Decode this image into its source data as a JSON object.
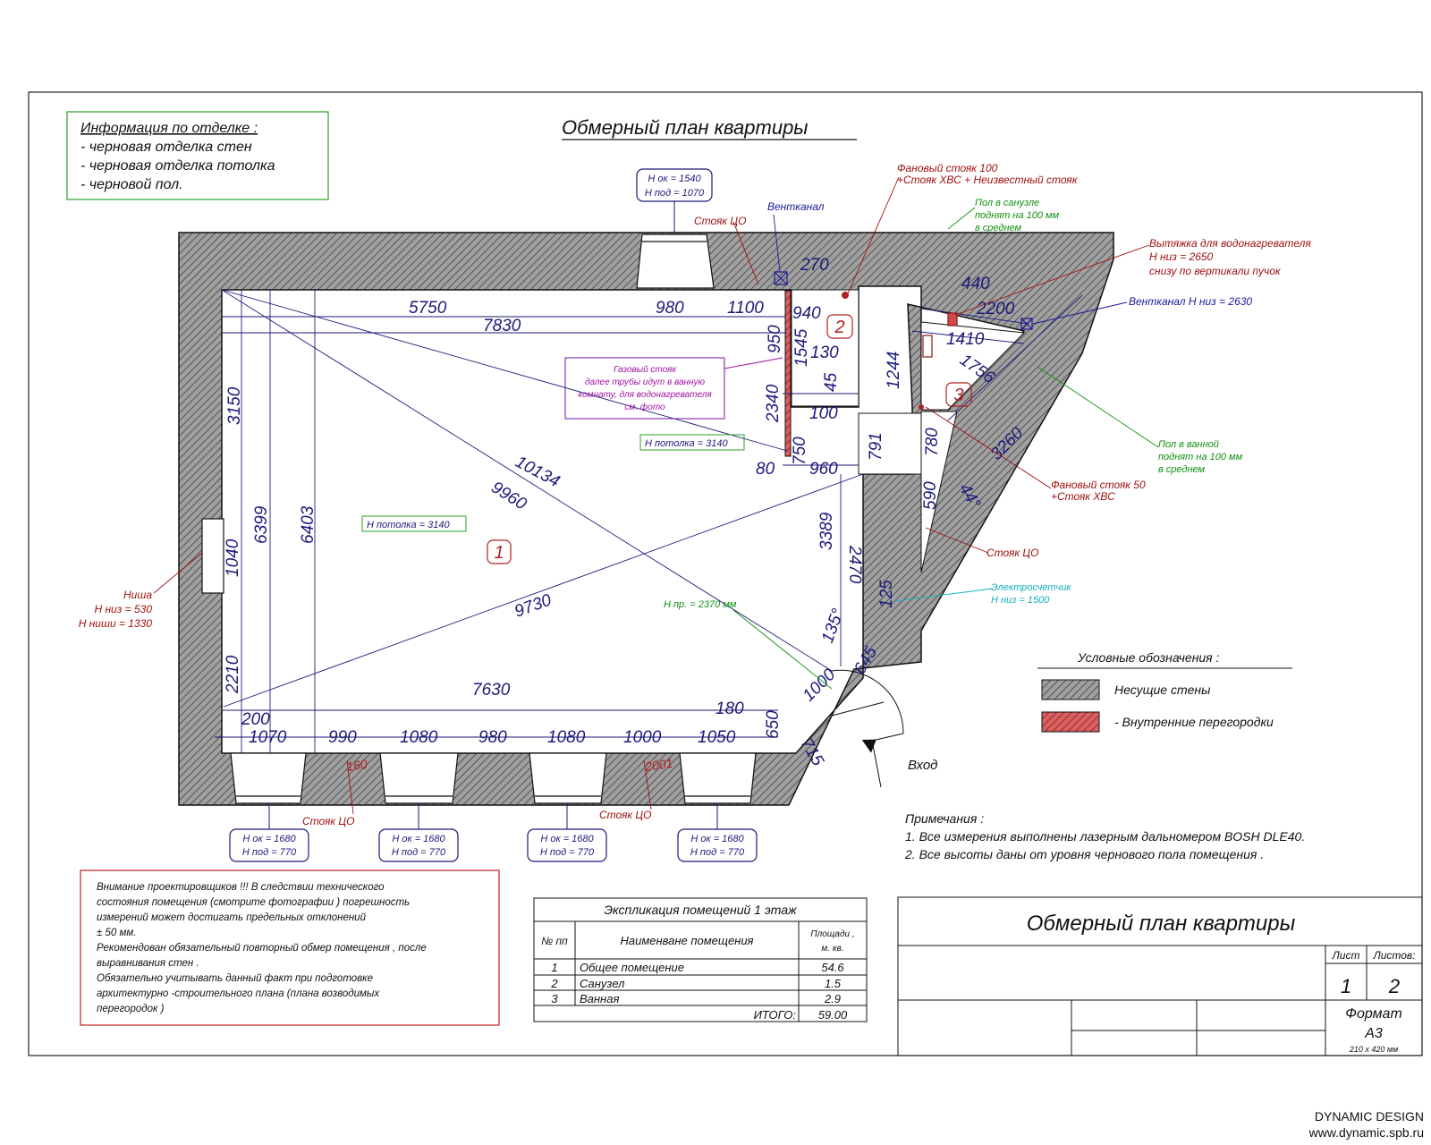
{
  "title": "Обмерный план квартиры",
  "finishing_info": {
    "heading": "Информация по отделке :",
    "items": [
      "- черновая отделка стен",
      "- черновая  отделка потолка",
      "- черновой пол."
    ]
  },
  "window_labels": {
    "top": [
      "Н ок = 1540",
      "Н под = 1070"
    ],
    "bottom": [
      [
        "Н ок = 1680",
        "Н под = 770"
      ],
      [
        "Н ок = 1680",
        "Н под = 770"
      ],
      [
        "Н ок = 1680",
        "Н под = 770"
      ],
      [
        "Н ок = 1680",
        "Н под = 770"
      ]
    ]
  },
  "annotations": {
    "riser_co_top": "Стояк ЦО",
    "ventkanal_top": "Вентканал",
    "fan_riser_100": "Фановый стояк 100",
    "fan_riser_100_b": "+Стояк ХВС + Неизвестный стояк",
    "floor_wc": [
      "Пол в санузле",
      "поднят на 100 мм",
      "в среднем"
    ],
    "hood": [
      "Вытяжка для водонагревателя",
      "Н низ = 2650",
      "снизу по вертикали пучок"
    ],
    "ventkanal_right": "Вентканал Н низ  = 2630",
    "gas_riser": [
      "Газовый стояк",
      "далее трубы идут в ванную",
      "комнату, для водонагревателя",
      "см. фото"
    ],
    "ceiling_1": "Н потолка  = 3140",
    "ceiling_2": "Н потолка  = 3140",
    "floor_bath": [
      "Пол в ванной",
      "поднят на 100 мм",
      "в среднем"
    ],
    "fan_riser_50": [
      "Фановый стояк 50",
      "+Стояк ХВС"
    ],
    "riser_co_right": "Стояк ЦО",
    "meter": [
      "Электросчетчик",
      "Н низ = 1500"
    ],
    "niche": [
      "Ниша",
      "Н низ = 530",
      "Н ниши = 1330"
    ],
    "h_pr": "Н пр. = 2370 мм",
    "riser_co_b1": "Стояк ЦО",
    "riser_co_b2": "Стояк ЦО",
    "entrance": "Вход",
    "tag_160": "160",
    "tag_2001": "2001"
  },
  "room_numbers": [
    "1",
    "2",
    "3"
  ],
  "dimensions": {
    "d5750": "5750",
    "d7830": "7830",
    "d980t": "980",
    "d1100": "1100",
    "d270": "270",
    "d940": "940",
    "d950": "950",
    "d1545": "1545",
    "d130": "130",
    "d45": "45",
    "d2340": "2340",
    "d100": "100",
    "d750": "750",
    "d80": "80",
    "d960": "960",
    "d791": "791",
    "d780": "780",
    "d440": "440",
    "d2200": "2200",
    "d1410": "1410",
    "d1756": "1756",
    "d1244": "1244",
    "d3260": "3260",
    "d590": "590",
    "a44": "44°",
    "d3389": "3389",
    "d2470": "2470",
    "d125": "125",
    "a135": "135°",
    "d645": "645",
    "d1000d": "1000",
    "d715": "715",
    "d650": "650",
    "d180": "180",
    "d7630": "7630",
    "d200": "200",
    "d1070": "1070",
    "d990": "990",
    "d1080a": "1080",
    "d980b": "980",
    "d1080b": "1080",
    "d1000b": "1000",
    "d1050": "1050",
    "d3150": "3150",
    "d6399": "6399",
    "d6403": "6403",
    "d1040": "1040",
    "d2210": "2210",
    "d10134": "10134",
    "d9960": "9960",
    "d9730": "9730"
  },
  "legend": {
    "title": "Условные обозначения  :",
    "items": [
      "Несущие стены",
      "- Внутренние перегородки"
    ],
    "colors": {
      "bearing": "#8a8a8a",
      "partition": "#d24a4a"
    }
  },
  "notes": {
    "heading": "Примечания :",
    "items": [
      "1. Все измерения выполнены лазерным дальномером      BOSH DLE40.",
      "2. Все высоты даны от уровня чернового пола  помещения      ."
    ]
  },
  "warning": [
    "Внимание проектировщиков !!! В следствии технического",
    "состояния помещения   (смотрите фотографии  ) погрешность",
    "измерений может достигать предельных отклонений",
    "± 50 мм.",
    "Рекомендован обязательный повторный обмер помещения     , после",
    "выравнивания стен .",
    "Обязательно учитывать данный факт при подготовке",
    "архитектурно -строительного плана   (плана возводимых",
    "перегородок )"
  ],
  "explication": {
    "title": "Экспликация помещений  1 этаж",
    "headers": [
      "№ пп",
      "Наименване помещения",
      "Площади ,",
      "м. кв."
    ],
    "rows": [
      [
        "1",
        "Общее помещение",
        "54.6"
      ],
      [
        "2",
        "Санузел",
        "1.5"
      ],
      [
        "3",
        "Ванная",
        "2.9"
      ]
    ],
    "total_label": "ИТОГО:",
    "total_value": "59.00"
  },
  "title_block": {
    "title": "Обмерный план квартиры",
    "sheet_label": "Лист",
    "sheets_label": "Листов:",
    "sheet": "1",
    "sheets": "2",
    "format_label": "Формат",
    "format": "А3",
    "format_size": "210 х 420 мм"
  },
  "footer": {
    "brand": "DYNAMIC DESIGN",
    "url": "www.dynamic.spb.ru"
  }
}
